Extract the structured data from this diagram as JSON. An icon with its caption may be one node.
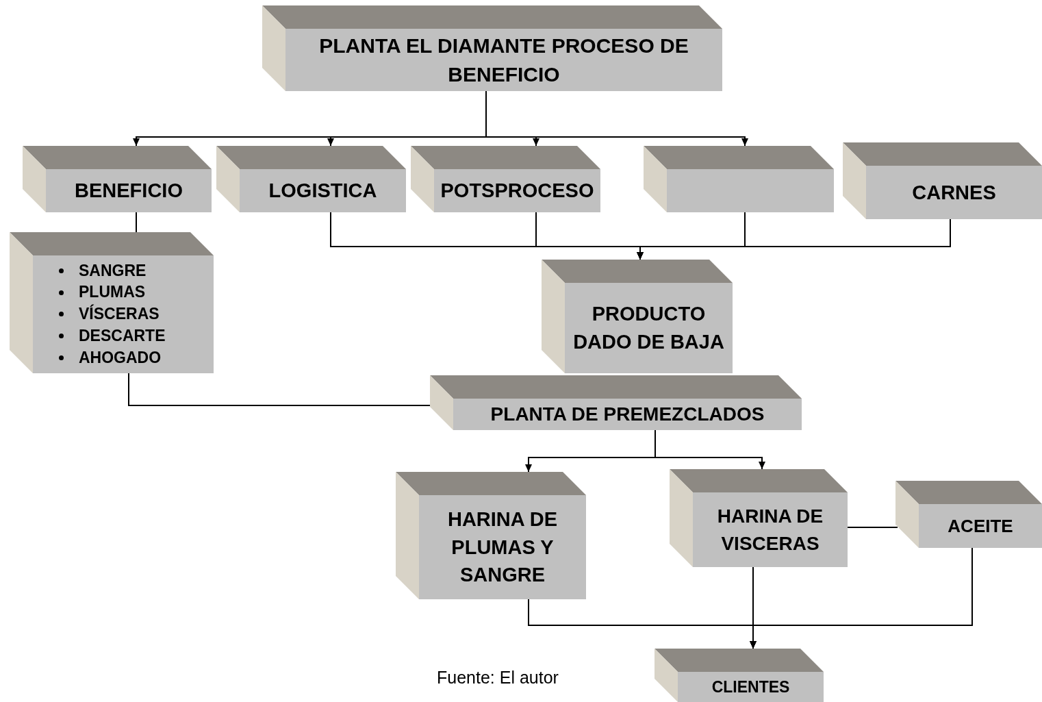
{
  "diagram": {
    "caption": "Fuente: El autor",
    "nodes": [
      {
        "text": [
          "PLANTA EL DIAMANTE PROCESO DE BENEFICIO"
        ]
      },
      {
        "text": [
          "BENEFICIO"
        ]
      },
      {
        "text": [
          "LOGISTICA"
        ]
      },
      {
        "text": [
          "POTSPROCESO"
        ]
      },
      {
        "text": [],
        "shape": "box"
      },
      {
        "text": [
          "CARNES"
        ]
      },
      {
        "text": [
          "SANGRE",
          "PLUMAS",
          "VÍSCERAS",
          "DESCARTE",
          "AHOGADO"
        ]
      },
      {
        "text": [
          "PRODUCTO DADO DE BAJA"
        ]
      },
      {
        "text": [
          "PLANTA DE PREMEZCLADOS"
        ]
      },
      {
        "text": [
          "HARINA DE PLUMAS Y SANGRE"
        ]
      },
      {
        "text": [
          "HARINA DE VISCERAS"
        ]
      },
      {
        "text": [
          "ACEITE"
        ]
      },
      {
        "text": [
          "CLIENTES"
        ]
      }
    ],
    "edges": [
      {
        "from": 0,
        "to": 1,
        "arrow": "to"
      },
      {
        "from": 0,
        "to": 2,
        "arrow": "to"
      },
      {
        "from": 0,
        "to": 3,
        "arrow": "to"
      },
      {
        "from": 0,
        "to": 4,
        "arrow": "to"
      },
      {
        "from": 1,
        "to": 6,
        "arrow": "none"
      },
      {
        "from": 2,
        "to": 7,
        "arrow": "to"
      },
      {
        "from": 3,
        "to": 7,
        "arrow": "to"
      },
      {
        "from": 4,
        "to": 7,
        "arrow": "to"
      },
      {
        "from": 5,
        "to": 7,
        "arrow": "to"
      },
      {
        "from": 6,
        "to": 8,
        "arrow": "none"
      },
      {
        "from": 8,
        "to": 9,
        "arrow": "to"
      },
      {
        "from": 8,
        "to": 10,
        "arrow": "to"
      },
      {
        "from": 10,
        "to": 11,
        "arrow": "none"
      },
      {
        "from": 9,
        "to": 12,
        "arrow": "to"
      },
      {
        "from": 10,
        "to": 12,
        "arrow": "to"
      },
      {
        "from": 11,
        "to": 12,
        "arrow": "to"
      }
    ]
  }
}
